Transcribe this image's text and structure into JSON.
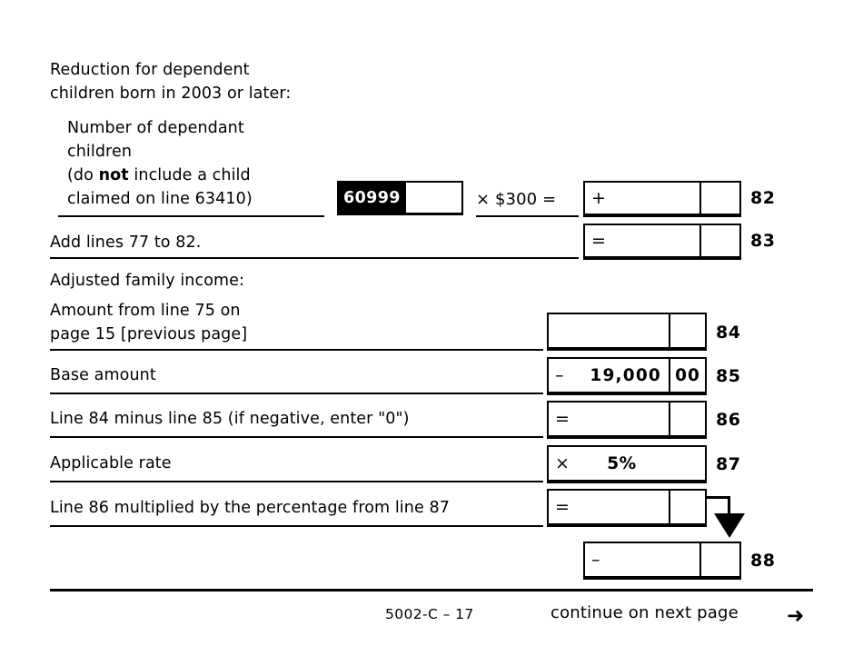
{
  "form": {
    "section_heading": "Reduction for dependent\nchildren born in 2003 or later:",
    "dependant_label_line1": "Number of dependant",
    "dependant_label_line2": "children",
    "dependant_label_line3_pre": "(do ",
    "dependant_label_line3_bold": "not",
    "dependant_label_line3_post": " include a child",
    "dependant_label_line4": "claimed on line 63410)",
    "field_code": "60999",
    "multiplier_text": "× $300 =",
    "adjusted_family_income_heading": "Adjusted family income:"
  },
  "rows": [
    {
      "id": "line-82",
      "label": "",
      "operator": "+",
      "value": "",
      "cents": "",
      "line_number": "82"
    },
    {
      "id": "line-83",
      "label": "Add lines 77 to 82.",
      "operator": "=",
      "value": "",
      "cents": "",
      "line_number": "83"
    },
    {
      "id": "line-84",
      "label": "Amount from line 75 on\npage 15 [previous page]",
      "operator": "",
      "value": "",
      "cents": "",
      "line_number": "84"
    },
    {
      "id": "line-85",
      "label": "Base amount",
      "operator": "–",
      "value": "19,000",
      "cents": "00",
      "line_number": "85"
    },
    {
      "id": "line-86",
      "label": "Line 84 minus line 85 (if negative, enter \"0\")",
      "operator": "=",
      "value": "",
      "cents": "",
      "line_number": "86"
    },
    {
      "id": "line-87",
      "label": "Applicable rate",
      "operator": "×",
      "value": "5%",
      "cents": "",
      "line_number": "87"
    },
    {
      "id": "line-88-source",
      "label": "Line 86 multiplied by the percentage from line 87",
      "operator": "=",
      "value": "",
      "cents": "",
      "line_number": ""
    },
    {
      "id": "line-88",
      "label": "",
      "operator": "–",
      "value": "",
      "cents": "",
      "line_number": "88"
    }
  ],
  "footer": {
    "form_code": "5002-C – 17",
    "continue_text": "continue on next page",
    "arrow_glyph": "➜"
  },
  "colors": {
    "ink": "#000000",
    "paper": "#ffffff",
    "tag_background": "#000000",
    "tag_text": "#ffffff"
  }
}
